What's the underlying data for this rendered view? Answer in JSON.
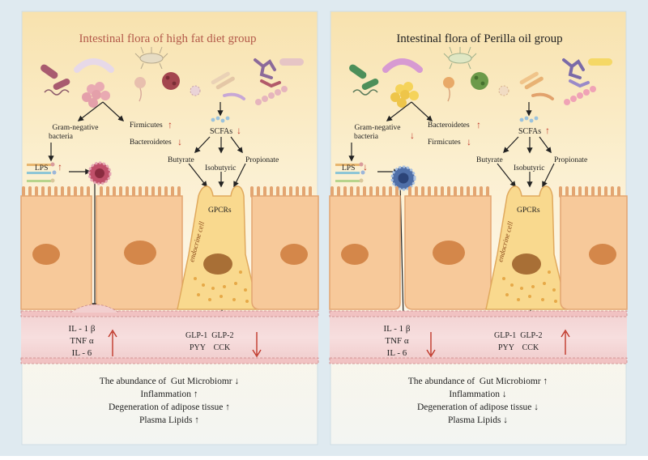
{
  "colors": {
    "frame": "#dce9ef",
    "panel_top": "#f7e7b8",
    "panel_mid": "#fbf1d3",
    "panel_bottom": "#f4f5f2",
    "cell_fill": "#f7c99a",
    "cell_stroke": "#e3a571",
    "nucleus": "#d4874a",
    "endocrine_fill": "#f9d98e",
    "endocrine_nucleus": "#b37a3a",
    "vessel": "#f0c8c8",
    "vessel_stroke": "#c98888",
    "arrow_up": "#c0392b",
    "title_left": "#b35a4a",
    "title_right": "#222222"
  },
  "panels": [
    {
      "id": "hfd",
      "title": "Intestinal flora of high fat diet group",
      "left_branch": {
        "label_line1": "Gram-negative",
        "label_line2": "bacteria"
      },
      "phyla": [
        {
          "name": "Firmicutes",
          "direction": "up"
        },
        {
          "name": "Bacteroidetes",
          "direction": "down"
        }
      ],
      "scfa": {
        "name": "SCFAs",
        "direction": "down"
      },
      "acids": [
        "Butyrate",
        "Isobutyric",
        "Propionate"
      ],
      "lps": {
        "label": "LPS",
        "direction": "up"
      },
      "immune_cell_color": "#c0506a",
      "gpcr": "GPCRs",
      "endocrine_label": "endocrine cell",
      "cytokines": {
        "lines": [
          "IL - 1 β",
          "TNF α",
          "IL - 6"
        ],
        "direction": "up"
      },
      "hormones": {
        "lines": [
          "GLP-1  GLP-2",
          "PYY    CCK"
        ],
        "direction": "down"
      },
      "outcomes": [
        "The abundance of  Gut Microbiomr ↓",
        "Inflammation ↑",
        "Degeneration of adipose tissue ↑",
        "Plasma Lipids ↑"
      ]
    },
    {
      "id": "perilla",
      "title": "Intestinal flora of Perilla oil group",
      "left_branch": {
        "label_line1": "Gram-negative",
        "label_line2": "bacteria"
      },
      "phyla": [
        {
          "name": "Bacteroidetes",
          "direction": "up"
        },
        {
          "name": "Firmicutes",
          "direction": "down"
        }
      ],
      "scfa": {
        "name": "SCFAs",
        "direction": "up"
      },
      "acids": [
        "Butyrate",
        "Isobutyric",
        "Propionate"
      ],
      "lps": {
        "label": "LPS",
        "direction": "down"
      },
      "immune_cell_color": "#4f6fa8",
      "gpcr": "GPCRs",
      "endocrine_label": "endocrine cell",
      "cytokines": {
        "lines": [
          "IL - 1 β",
          "TNF α",
          "IL - 6"
        ],
        "direction": "down"
      },
      "hormones": {
        "lines": [
          "GLP-1  GLP-2",
          "PYY    CCK"
        ],
        "direction": "up"
      },
      "outcomes": [
        "The abundance of  Gut Microbiomr ↑",
        "Inflammation ↓",
        "Degeneration of adipose tissue ↓",
        "Plasma Lipids ↓"
      ]
    }
  ]
}
